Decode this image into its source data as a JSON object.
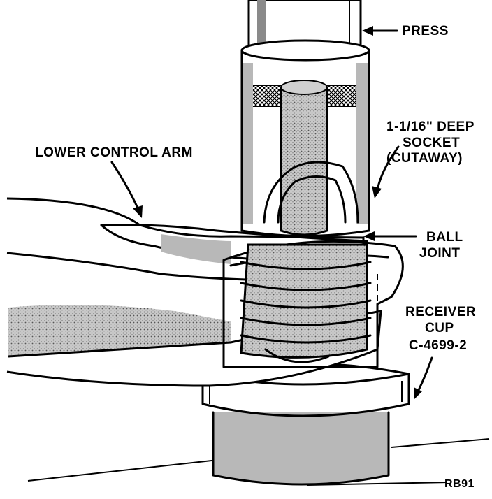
{
  "labels": {
    "press": "PRESS",
    "socket_line1": "1-1/16\" DEEP",
    "socket_line2": "SOCKET",
    "socket_line3": "(CUTAWAY)",
    "lower_control_arm": "LOWER CONTROL ARM",
    "ball_joint_line1": "BALL",
    "ball_joint_line2": "JOINT",
    "receiver_line1": "RECEIVER",
    "receiver_line2": "CUP",
    "receiver_line3": "C-4699-2",
    "figure_code": "RB91"
  }
}
